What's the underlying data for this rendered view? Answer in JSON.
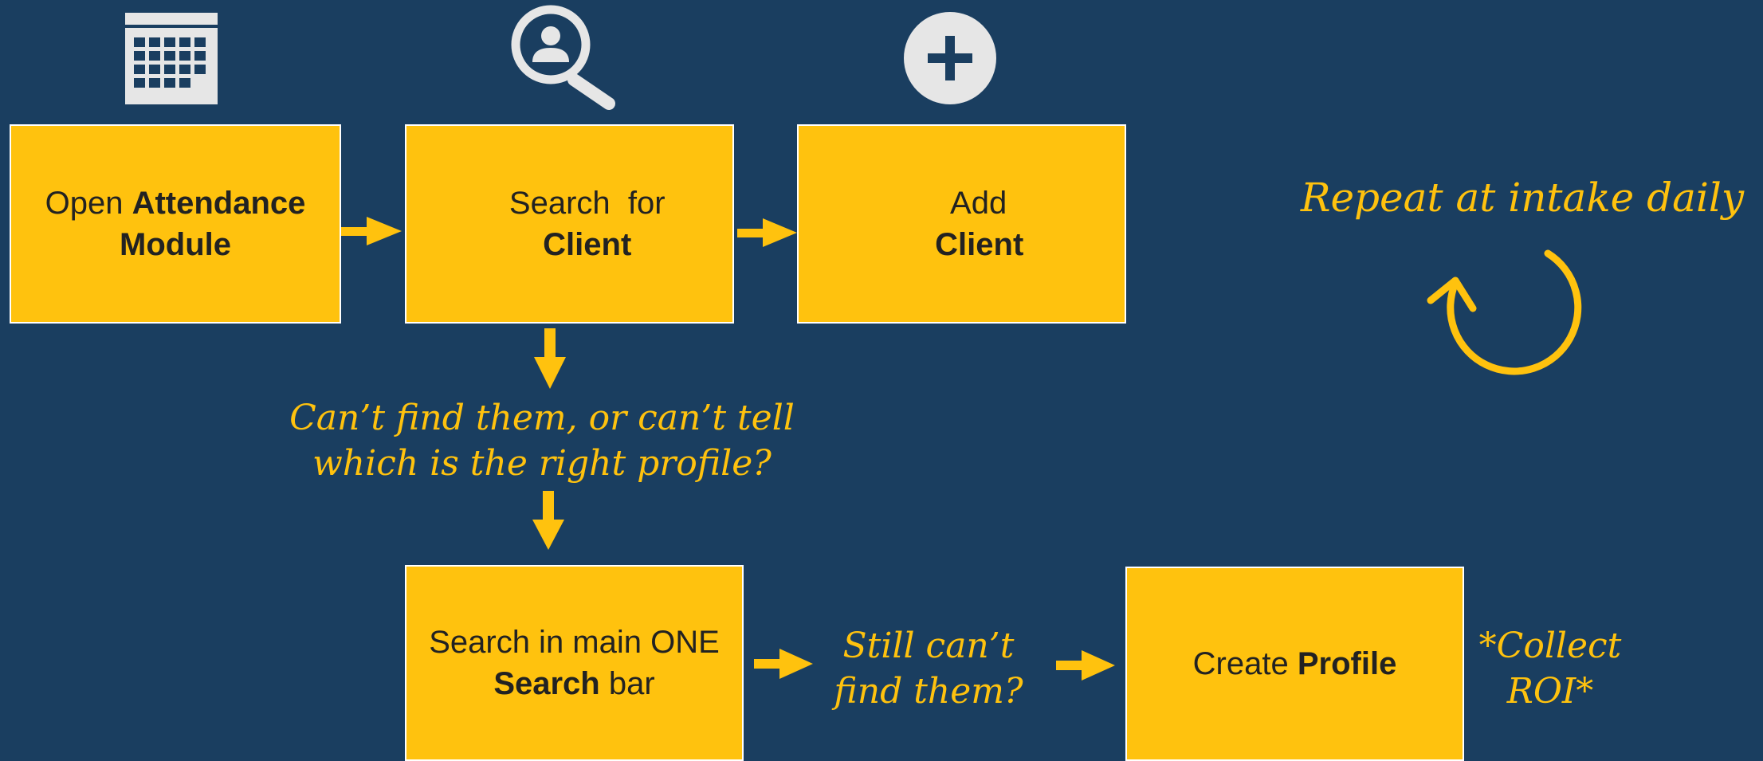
{
  "steps": {
    "open_attendance": {
      "prefix": "Open",
      "bold": "Attendance Module"
    },
    "search_client": {
      "prefix": "Search  for",
      "bold": "Client"
    },
    "add_client": {
      "prefix": "Add",
      "bold": "Client"
    },
    "search_main": {
      "line1": "Search in main ONE",
      "bold": "Search",
      "suffix": "bar"
    },
    "create_profile": {
      "prefix": "Create",
      "bold": "Profile"
    }
  },
  "notes": {
    "repeat": "Repeat at intake daily",
    "cant_find_line1": "Can’t find them, or can’t tell",
    "cant_find_line2": "which is the right profile?",
    "still_cant_line1": "Still can’t",
    "still_cant_line2": "find them?",
    "collect_line1": "*Collect",
    "collect_line2": "ROI*"
  },
  "icons": [
    "calendar-icon",
    "user-search-icon",
    "plus-circle-icon",
    "repeat-cycle-icon"
  ],
  "colors": {
    "background": "#1a3e60",
    "box_fill": "#ffc20e",
    "box_border": "#ffffff",
    "accent": "#ffc20e",
    "icon": "#e6e6e6"
  }
}
